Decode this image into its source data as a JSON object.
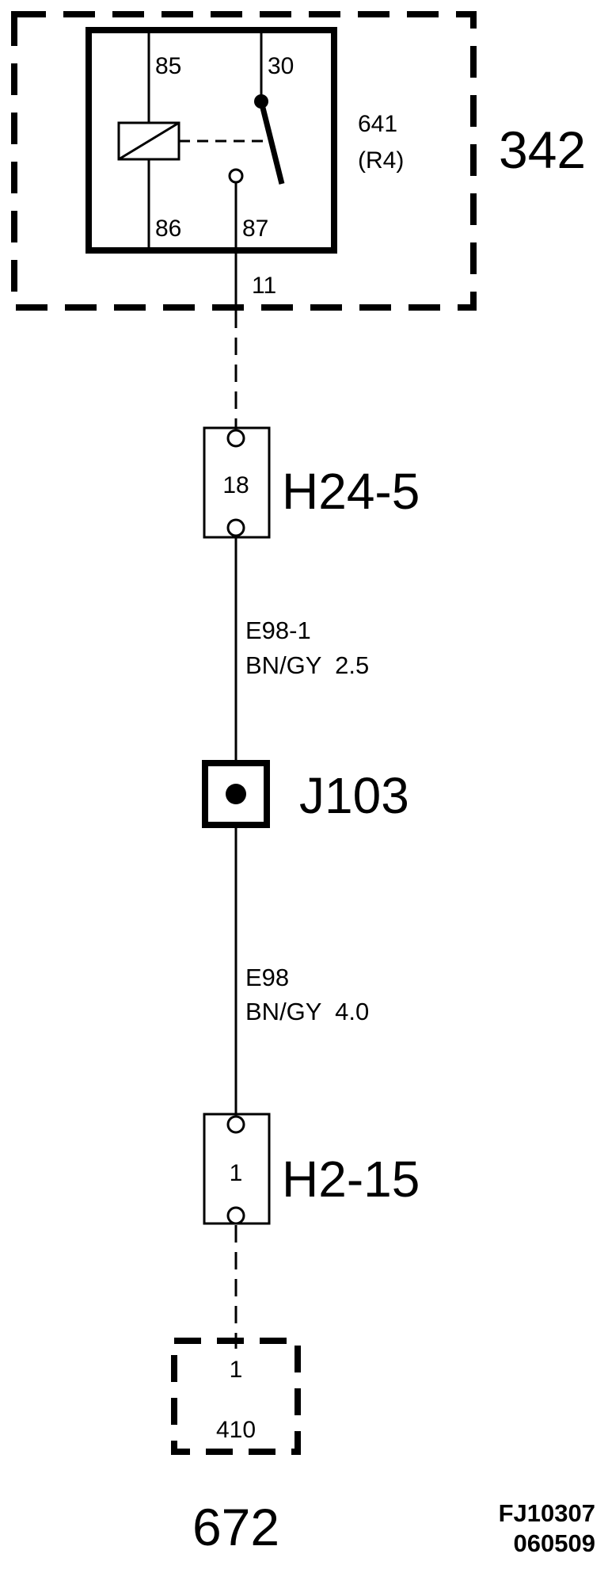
{
  "relay": {
    "box_id": "342",
    "component_id": "641",
    "component_ref": "(R4)",
    "pins": {
      "p85": "85",
      "p30": "30",
      "p86": "86",
      "p87": "87"
    },
    "terminal": "11"
  },
  "connector_top": {
    "id": "H24-5",
    "pin": "18"
  },
  "wire_upper": {
    "id": "E98-1",
    "spec": "BN/GY  2.5"
  },
  "junction": {
    "id": "J103"
  },
  "wire_lower": {
    "id": "E98",
    "spec": "BN/GY  4.0"
  },
  "connector_bottom": {
    "id": "H2-15",
    "pin": "1"
  },
  "ground": {
    "pin": "1",
    "id": "410",
    "component_id": "672"
  },
  "drawing_code": {
    "line1": "FJ10307",
    "line2": "060509"
  }
}
